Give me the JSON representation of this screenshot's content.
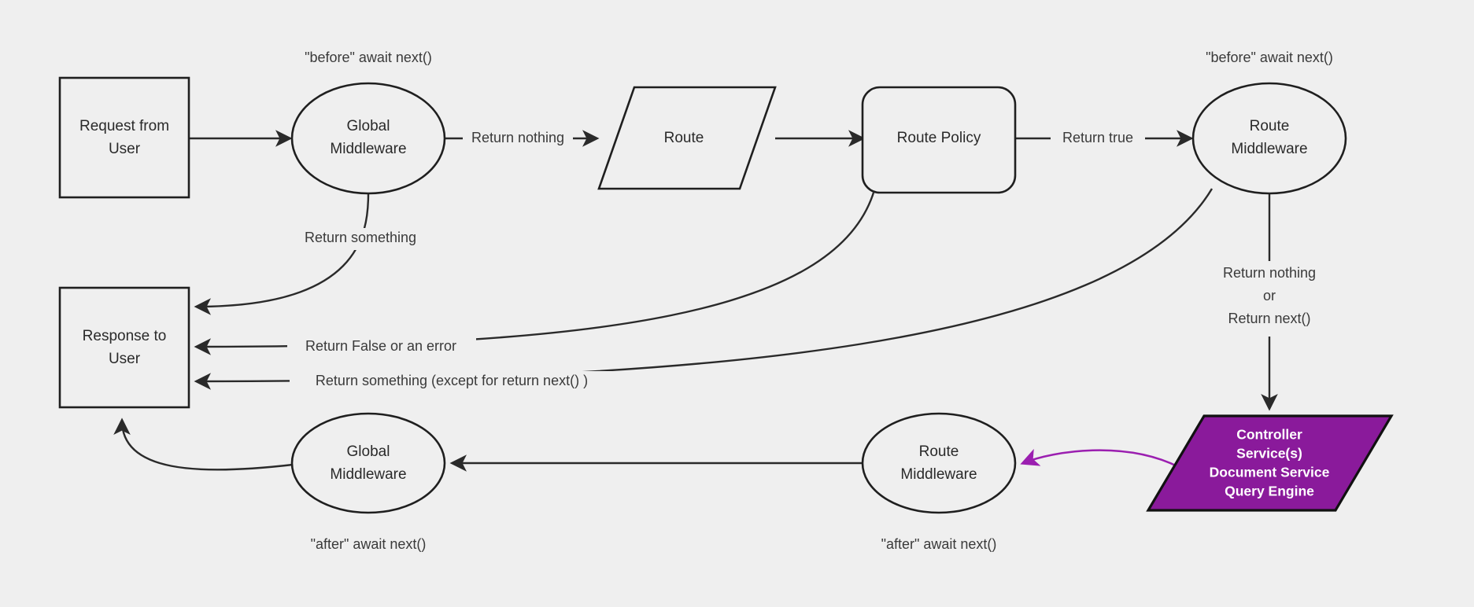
{
  "diagram": {
    "background_color": "#efefef",
    "stroke_color": "#2a2a2a",
    "accent_color": "#8a1a9b",
    "accent_edge_color": "#9b1fb0"
  },
  "nodes": {
    "request_from_user": {
      "line1": "Request from",
      "line2": "User",
      "shape": "rectangle"
    },
    "global_middleware_top": {
      "line1": "Global",
      "line2": "Middleware",
      "shape": "ellipse"
    },
    "route": {
      "line1": "Route",
      "shape": "parallelogram"
    },
    "route_policy": {
      "line1": "Route Policy",
      "shape": "rounded-rectangle"
    },
    "route_middleware_top": {
      "line1": "Route",
      "line2": "Middleware",
      "shape": "ellipse"
    },
    "controller_services": {
      "line1": "Controller",
      "line2": "Service(s)",
      "line3": "Document Service",
      "line4": "Query Engine",
      "shape": "parallelogram",
      "fill": "#8a1a9b"
    },
    "response_to_user": {
      "line1": "Response to",
      "line2": "User",
      "shape": "rectangle"
    },
    "global_middleware_bottom": {
      "line1": "Global",
      "line2": "Middleware",
      "shape": "ellipse"
    },
    "route_middleware_bottom": {
      "line1": "Route",
      "line2": "Middleware",
      "shape": "ellipse"
    }
  },
  "annotations": {
    "before_await_next_global": "\"before\" await next()",
    "before_await_next_route": "\"before\" await next()",
    "after_await_next_global": "\"after\" await next()",
    "after_await_next_route": "\"after\" await next()"
  },
  "edge_labels": {
    "return_nothing": "Return nothing",
    "return_true": "Return true",
    "return_something": "Return something",
    "return_false_or_error": "Return False or an error",
    "return_something_except": "Return something (except for return next() )",
    "return_nothing_or_next_line1": "Return nothing",
    "return_nothing_or_next_line2": "or",
    "return_nothing_or_next_line3": "Return next()"
  }
}
